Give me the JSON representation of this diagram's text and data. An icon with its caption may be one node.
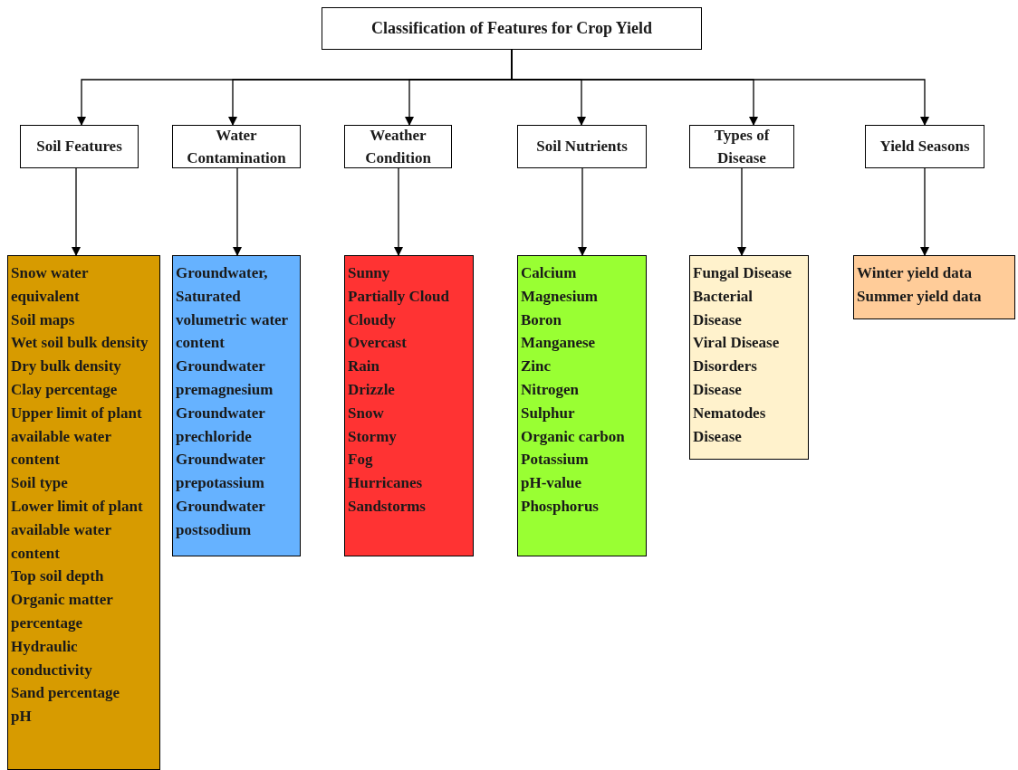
{
  "diagram": {
    "nodes": [
      {
        "text": [
          "Classification of Features for Crop Yield"
        ]
      },
      {
        "text": [
          "Soil Features"
        ]
      },
      {
        "text": [
          "Water Contamination"
        ]
      },
      {
        "text": [
          "Weather Condition"
        ]
      },
      {
        "text": [
          "Soil Nutrients"
        ]
      },
      {
        "text": [
          "Types of Disease"
        ]
      },
      {
        "text": [
          "Yield Seasons"
        ]
      },
      {
        "text": [
          "Snow water equivalent",
          "Soil maps",
          "Wet soil bulk density",
          "Dry bulk density",
          "Clay percentage",
          "Upper limit of plant available water content",
          "Soil type",
          "Lower limit of plant available water content",
          "Top soil depth",
          "Organic matter percentage",
          "Hydraulic conductivity",
          "Sand percentage",
          "pH"
        ]
      },
      {
        "text": [
          "Groundwater, Saturated volumetric water content",
          "Groundwater premagnesium",
          "Groundwater prechloride",
          "Groundwater prepotassium",
          "Groundwater postsodium"
        ]
      },
      {
        "text": [
          "Sunny",
          "Partially Cloud",
          "Cloudy",
          "Overcast",
          "Rain",
          "Drizzle",
          "Snow",
          "Stormy",
          "Fog",
          "Hurricanes",
          "Sandstorms"
        ]
      },
      {
        "text": [
          "Calcium",
          "Magnesium",
          "Boron",
          "Manganese",
          "Zinc",
          "Nitrogen",
          "Sulphur",
          "Organic carbon",
          "Potassium",
          "pH-value",
          "Phosphorus"
        ]
      },
      {
        "text": [
          "Fungal Disease",
          "Bacterial Disease",
          "Viral Disease",
          "Disorders Disease",
          "Nematodes Disease"
        ]
      },
      {
        "text": [
          "Winter yield data",
          "Summer yield data"
        ]
      }
    ],
    "edges": [
      {
        "from": 0,
        "to": 1,
        "arrow": "to"
      },
      {
        "from": 0,
        "to": 2,
        "arrow": "to"
      },
      {
        "from": 0,
        "to": 3,
        "arrow": "to"
      },
      {
        "from": 0,
        "to": 4,
        "arrow": "to"
      },
      {
        "from": 0,
        "to": 5,
        "arrow": "to"
      },
      {
        "from": 0,
        "to": 6,
        "arrow": "to"
      },
      {
        "from": 1,
        "to": 7,
        "arrow": "to"
      },
      {
        "from": 2,
        "to": 8,
        "arrow": "to"
      },
      {
        "from": 3,
        "to": 9,
        "arrow": "to"
      },
      {
        "from": 4,
        "to": 10,
        "arrow": "to"
      },
      {
        "from": 5,
        "to": 11,
        "arrow": "to"
      },
      {
        "from": 6,
        "to": 12,
        "arrow": "to"
      }
    ]
  }
}
